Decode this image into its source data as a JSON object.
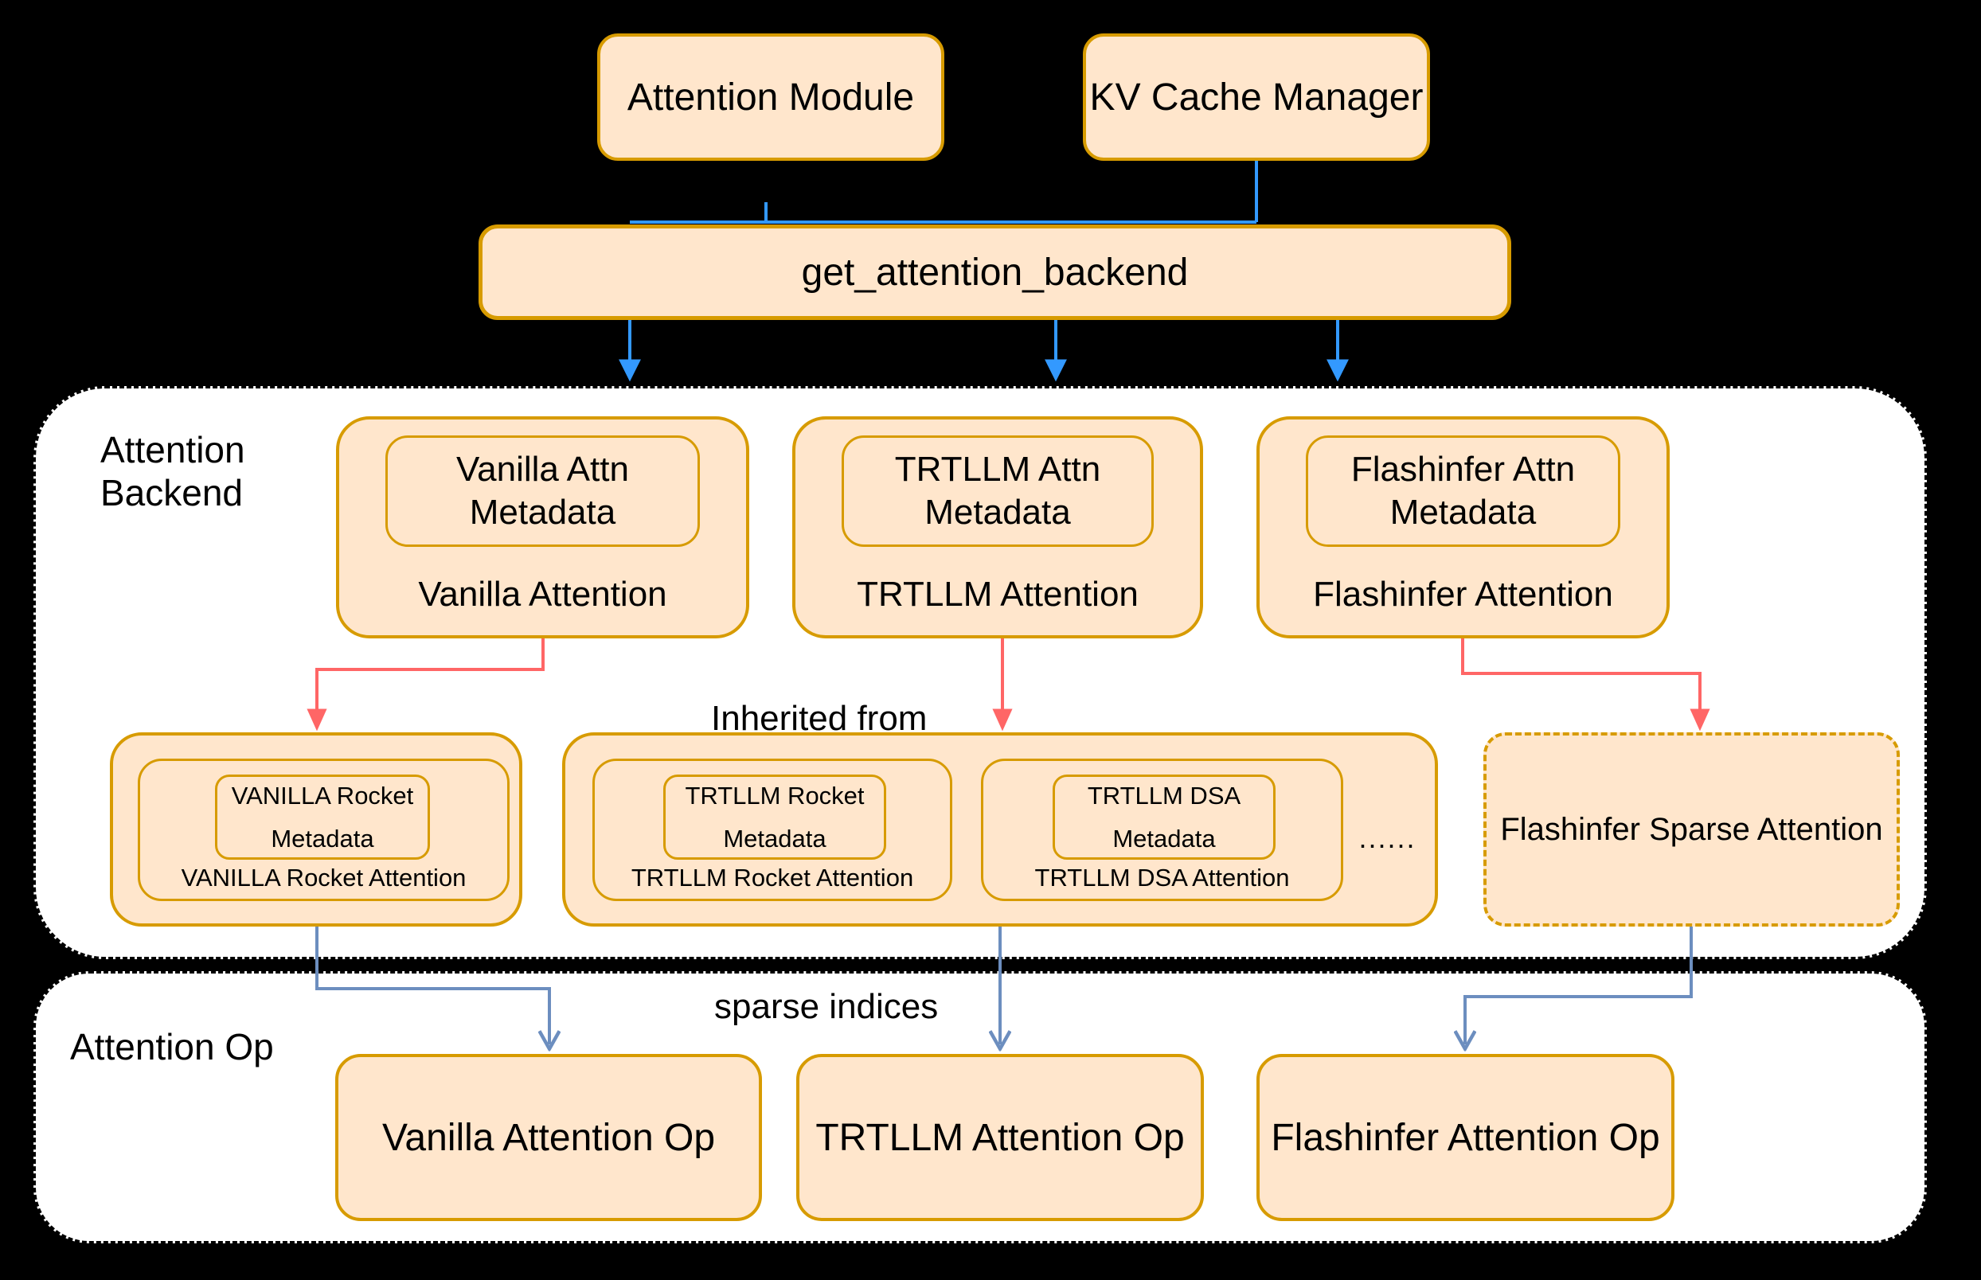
{
  "top": {
    "attention_module": "Attention Module",
    "kv_cache_manager": "KV Cache Manager",
    "get_attention_backend": "get_attention_backend"
  },
  "backend_section": {
    "label": "Attention Backend",
    "inherited_from_label": "Inherited from",
    "backends": [
      {
        "metadata": "Vanilla Attn Metadata",
        "name": "Vanilla Attention"
      },
      {
        "metadata": "TRTLLM Attn Metadata",
        "name": "TRTLLM Attention"
      },
      {
        "metadata": "Flashinfer Attn Metadata",
        "name": "Flashinfer Attention"
      }
    ],
    "derived": [
      {
        "metadata": "VANILLA Rocket Metadata",
        "name": "VANILLA Rocket Attention"
      },
      {
        "metadata": "TRTLLM Rocket Metadata",
        "name": "TRTLLM Rocket Attention"
      },
      {
        "metadata": "TRTLLM DSA Metadata",
        "name": "TRTLLM DSA Attention"
      }
    ],
    "ellipsis": "......",
    "sparse_attention": "Flashinfer Sparse Attention"
  },
  "op_section": {
    "label": "Attention Op",
    "sparse_indices_label": "sparse indices",
    "ops": [
      "Vanilla Attention Op",
      "TRTLLM Attention Op",
      "Flashinfer Attention Op"
    ]
  },
  "colors": {
    "node_fill": "#FFE6CC",
    "node_border": "#D79B00",
    "arrow_blue": "#3399FF",
    "arrow_red": "#FF6666",
    "arrow_steel": "#6C8EBF",
    "container_fill": "#FFFFFF",
    "background": "#000000"
  }
}
